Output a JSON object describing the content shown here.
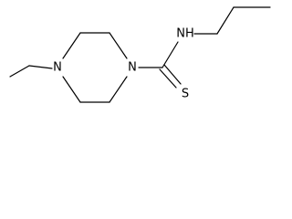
{
  "molecule": {
    "atoms": {
      "n4": "N",
      "n1": "N",
      "nh": "NH",
      "s": "S"
    }
  }
}
